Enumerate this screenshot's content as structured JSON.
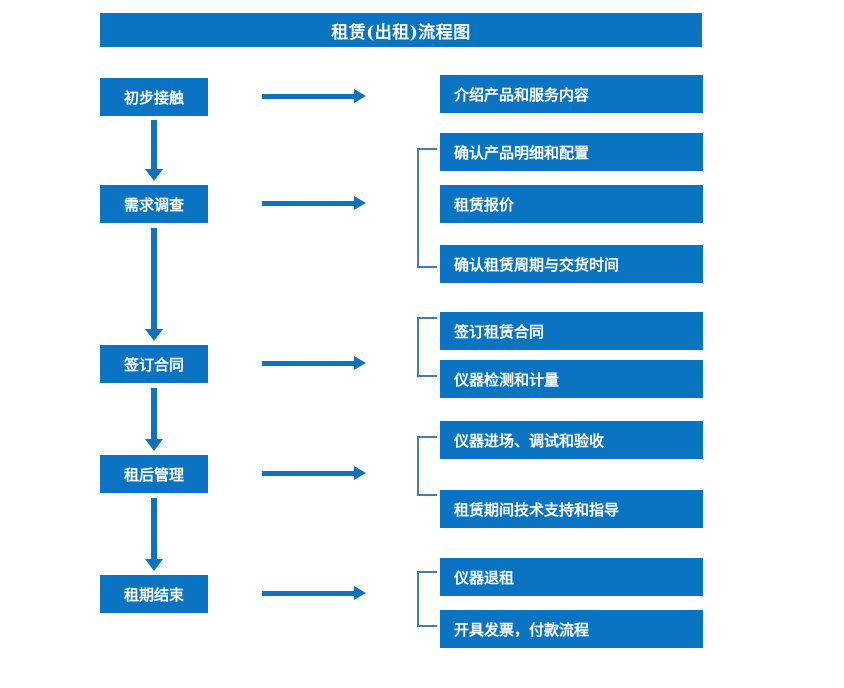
{
  "title": "租赁(出租)流程图",
  "colors": {
    "box_fill": "#0b74c2",
    "box_text": "#ffffff",
    "arrow": "#1072bb",
    "bracket": "#3f7fb5",
    "background": "#ffffff"
  },
  "stages": [
    {
      "label": "初步接触"
    },
    {
      "label": "需求调查"
    },
    {
      "label": "签订合同"
    },
    {
      "label": "租后管理"
    },
    {
      "label": "租期结束"
    }
  ],
  "details": [
    {
      "label": "介绍产品和服务内容"
    },
    {
      "label": "确认产品明细和配置"
    },
    {
      "label": "租赁报价"
    },
    {
      "label": "确认租赁周期与交货时间"
    },
    {
      "label": "签订租赁合同"
    },
    {
      "label": "仪器检测和计量"
    },
    {
      "label": "仪器进场、调试和验收"
    },
    {
      "label": "租赁期间技术支持和指导"
    },
    {
      "label": "仪器退租"
    },
    {
      "label": "开具发票，付款流程"
    }
  ],
  "icons": {
    "down_arrow": "down-arrow-icon",
    "right_arrow": "right-arrow-icon",
    "bracket": "group-bracket-icon"
  }
}
